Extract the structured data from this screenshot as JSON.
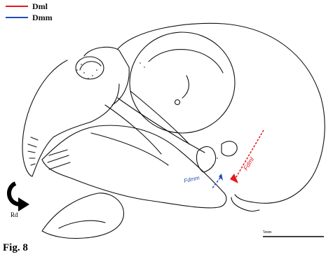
{
  "figure": {
    "label": "Fig. 8",
    "rotation_label": "Rd",
    "scale_bar_label": "5mm"
  },
  "legend": [
    {
      "label": "Dml",
      "color": "#e3191c"
    },
    {
      "label": "Dmm",
      "color": "#1f4fb6"
    }
  ],
  "force_labels": {
    "dml": "Fdml",
    "dmm": "Fdmm"
  },
  "colors": {
    "dml": "#e3191c",
    "dmm": "#1f4fb6",
    "outline": "#111111"
  }
}
